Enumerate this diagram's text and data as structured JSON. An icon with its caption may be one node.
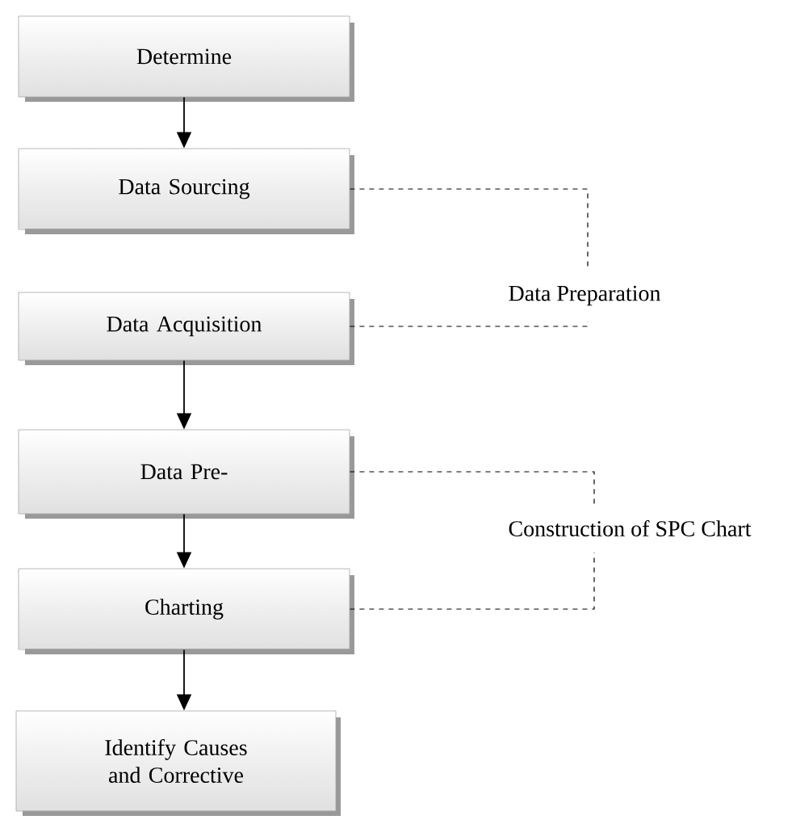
{
  "diagram": {
    "nodes": [
      {
        "text": [
          "Determine"
        ]
      },
      {
        "text": [
          "Data Sourcing"
        ]
      },
      {
        "text": [
          "Data Acquisition"
        ]
      },
      {
        "text": [
          "Data Pre-"
        ]
      },
      {
        "text": [
          "Charting"
        ]
      },
      {
        "text": [
          "Identify Causes and Corrective"
        ]
      },
      {
        "text": [
          "Data Preparation"
        ]
      },
      {
        "text": [
          "Construction of SPC Chart"
        ]
      }
    ],
    "edges": [
      {
        "from": 0,
        "to": 1,
        "arrow": "to"
      },
      {
        "from": 2,
        "to": 3,
        "arrow": "to"
      },
      {
        "from": 3,
        "to": 4,
        "arrow": "to"
      },
      {
        "from": 4,
        "to": 5,
        "arrow": "to"
      },
      {
        "from": 1,
        "to": 6,
        "arrow": "none",
        "style": "dashed"
      },
      {
        "from": 2,
        "to": 6,
        "arrow": "none",
        "style": "dashed"
      },
      {
        "from": 3,
        "to": 7,
        "arrow": "none",
        "style": "dashed"
      },
      {
        "from": 4,
        "to": 7,
        "arrow": "none",
        "style": "dashed"
      }
    ]
  }
}
